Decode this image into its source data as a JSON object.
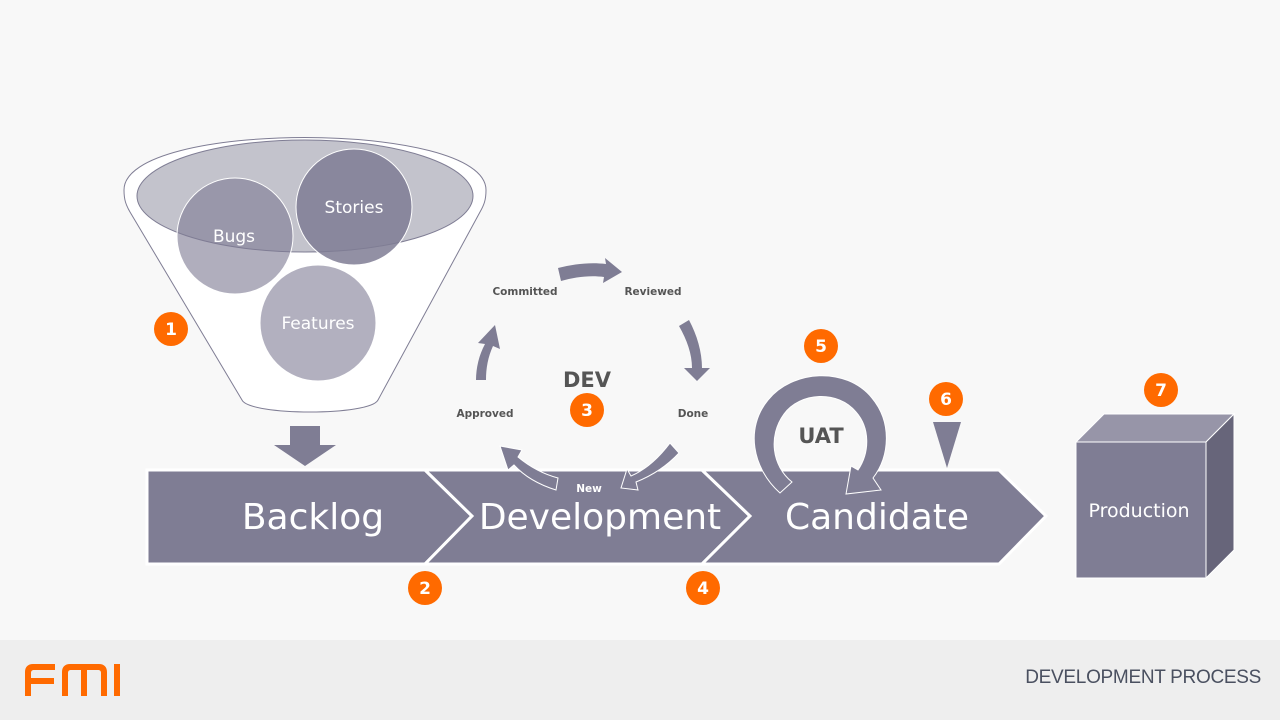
{
  "colors": {
    "shape": "#7f7d94",
    "shape_light": "#b2b0bf",
    "shape_top": "#9795a8",
    "shape_side": "#67657a",
    "ellipse": "#c3c3cc",
    "badge": "#ff6a00",
    "logo": "#ff6a00",
    "footer_text": "#4a5060"
  },
  "funnel": {
    "items": [
      {
        "label": "Bugs"
      },
      {
        "label": "Stories"
      },
      {
        "label": "Features"
      }
    ]
  },
  "pipeline": {
    "stages": [
      {
        "label": "Backlog"
      },
      {
        "label": "Development"
      },
      {
        "label": "Candidate"
      }
    ],
    "production": {
      "label": "Production"
    }
  },
  "dev_cycle": {
    "title": "DEV",
    "states": [
      {
        "label": "Committed"
      },
      {
        "label": "Reviewed"
      },
      {
        "label": "Done"
      },
      {
        "label": "New"
      },
      {
        "label": "Approved"
      }
    ]
  },
  "uat": {
    "label": "UAT"
  },
  "badges": [
    {
      "label": "1"
    },
    {
      "label": "2"
    },
    {
      "label": "3"
    },
    {
      "label": "4"
    },
    {
      "label": "5"
    },
    {
      "label": "6"
    },
    {
      "label": "7"
    }
  ],
  "footer": {
    "logo_text": "FMI",
    "title": "DEVELOPMENT PROCESS"
  }
}
